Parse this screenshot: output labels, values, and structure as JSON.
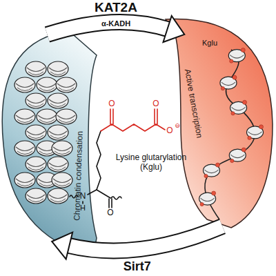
{
  "diagram": {
    "nodes": [
      {
        "text": [
          "Chromatin condensation"
        ]
      },
      {
        "text": [
          "Active transcription"
        ]
      }
    ],
    "edges": [
      {
        "from": 0,
        "to": 1,
        "arrow": "to",
        "label": "KAT2A"
      },
      {
        "from": 1,
        "to": 0,
        "arrow": "to",
        "label": "Sirt7"
      }
    ],
    "labels": [
      "α-KADH",
      "Kglu",
      "Lysine glutarylation (Kglu)",
      "N",
      "H",
      "O",
      "O",
      "O",
      "O",
      "⊖"
    ]
  }
}
